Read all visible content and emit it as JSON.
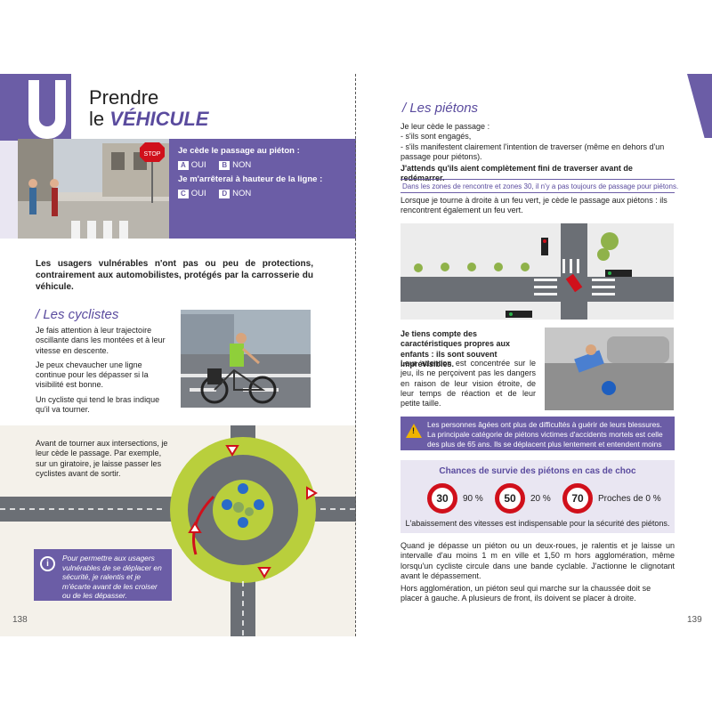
{
  "left": {
    "header": {
      "title_line1": "Prendre",
      "title_line2": "le",
      "title_emph": "VÉHICULE"
    },
    "quiz": {
      "q1": "Je cède le passage au piéton :",
      "a": "A",
      "a_text": "OUI",
      "b": "B",
      "b_text": "NON",
      "q2": "Je m'arrêterai à hauteur de la ligne :",
      "c": "C",
      "c_text": "OUI",
      "d": "D",
      "d_text": "NON",
      "stop_sign": "STOP"
    },
    "intro": "Les usagers vulnérables n'ont pas ou peu de protections, contrairement aux automobilistes, protégés par la carrosserie du véhicule.",
    "cyclists": {
      "title": "/ Les cyclistes",
      "p1": "Je fais attention à leur trajectoire oscillante dans les montées et à leur vitesse en descente.",
      "p2": "Je peux chevaucher une ligne continue pour les dépasser si la visibilité est bonne.",
      "p3": "Un cycliste qui tend le bras indique qu'il va tourner."
    },
    "roundabout_text": "Avant de tourner aux intersections, je leur cède le passage. Par exemple, sur un giratoire, je laisse passer les cyclistes avant de sortir.",
    "info": "Pour permettre aux usagers vulnérables de se déplacer en sécurité, je ralentis et je m'écarte avant de les croiser ou de les dépasser.",
    "info_icon": "i",
    "page_number": "138"
  },
  "right": {
    "pedestrians": {
      "title": "/ Les piétons",
      "lead": "Je leur cède le passage :",
      "bullet1": "- s'ils sont engagés,",
      "bullet2": "- s'ils manifestent clairement l'intention de traverser (même en dehors d'un passage pour piétons).",
      "bold_line": "J'attends qu'ils aient complètement fini de traverser avant de redémarrer."
    },
    "note": "Dans les zones de rencontre et zones 30, il n'y a pas toujours de passage pour piétons.",
    "turn_right": "Lorsque je tourne à droite à un feu vert, je cède le passage aux piétons : ils rencontrent également un feu vert.",
    "children_bold": "Je tiens compte des caractéristiques propres aux enfants : ils sont souvent imprévisibles.",
    "children_text": "Leur attention est concentrée sur le jeu, ils ne perçoivent pas les dangers en raison de leur vision étroite, de leur temps de réaction et de leur petite taille.",
    "elderly": "Les personnes âgées ont plus de difficultés à guérir de leurs blessures. La principale catégorie de piétons victimes d'accidents mortels est celle des plus de 65 ans. Ils se déplacent plus lentement et entendent moins bien.",
    "warn_icon": "!",
    "survival": {
      "title": "Chances de survie des piétons en cas de choc",
      "s1_speed": "30",
      "s1_pct": "90 %",
      "s2_speed": "50",
      "s2_pct": "20 %",
      "s3_speed": "70",
      "s3_pct": "Proches de 0 %",
      "footer": "L'abaissement des vitesses est indispensable pour la sécurité des piétons."
    },
    "overtake": "Quand je dépasse un piéton ou un deux-roues, je ralentis et je laisse un intervalle d'au moins 1 m en ville et 1,50 m hors agglomération, même lorsqu'un cycliste circule dans une bande cyclable. J'actionne le clignotant avant le dépassement.",
    "rural": "Hors agglomération, un piéton seul qui marche sur la chaussée doit se placer à gauche. A plusieurs de front, ils doivent se placer à droite.",
    "page_number": "139"
  },
  "colors": {
    "accent": "#6b5da6",
    "accent_text": "#5a4b9e",
    "warning": "#f0b400",
    "sign_red": "#d0101b",
    "grass": "#b9cf3c"
  }
}
